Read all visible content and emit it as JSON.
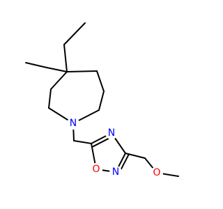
{
  "colors": {
    "background": "#ffffff",
    "bond": "#000000",
    "nitrogen": "#0000ff",
    "oxygen": "#ff0000"
  },
  "molecule": {
    "atoms": [
      {
        "id": "n_ring",
        "label": "N",
        "element": "nitrogen"
      },
      {
        "id": "n_oxadiazole_3",
        "label": "N",
        "element": "nitrogen"
      },
      {
        "id": "n_oxadiazole_2",
        "label": "N",
        "element": "nitrogen"
      },
      {
        "id": "o_oxadiazole",
        "label": "O",
        "element": "oxygen"
      },
      {
        "id": "o_methoxy",
        "label": "O",
        "element": "oxygen"
      }
    ]
  }
}
